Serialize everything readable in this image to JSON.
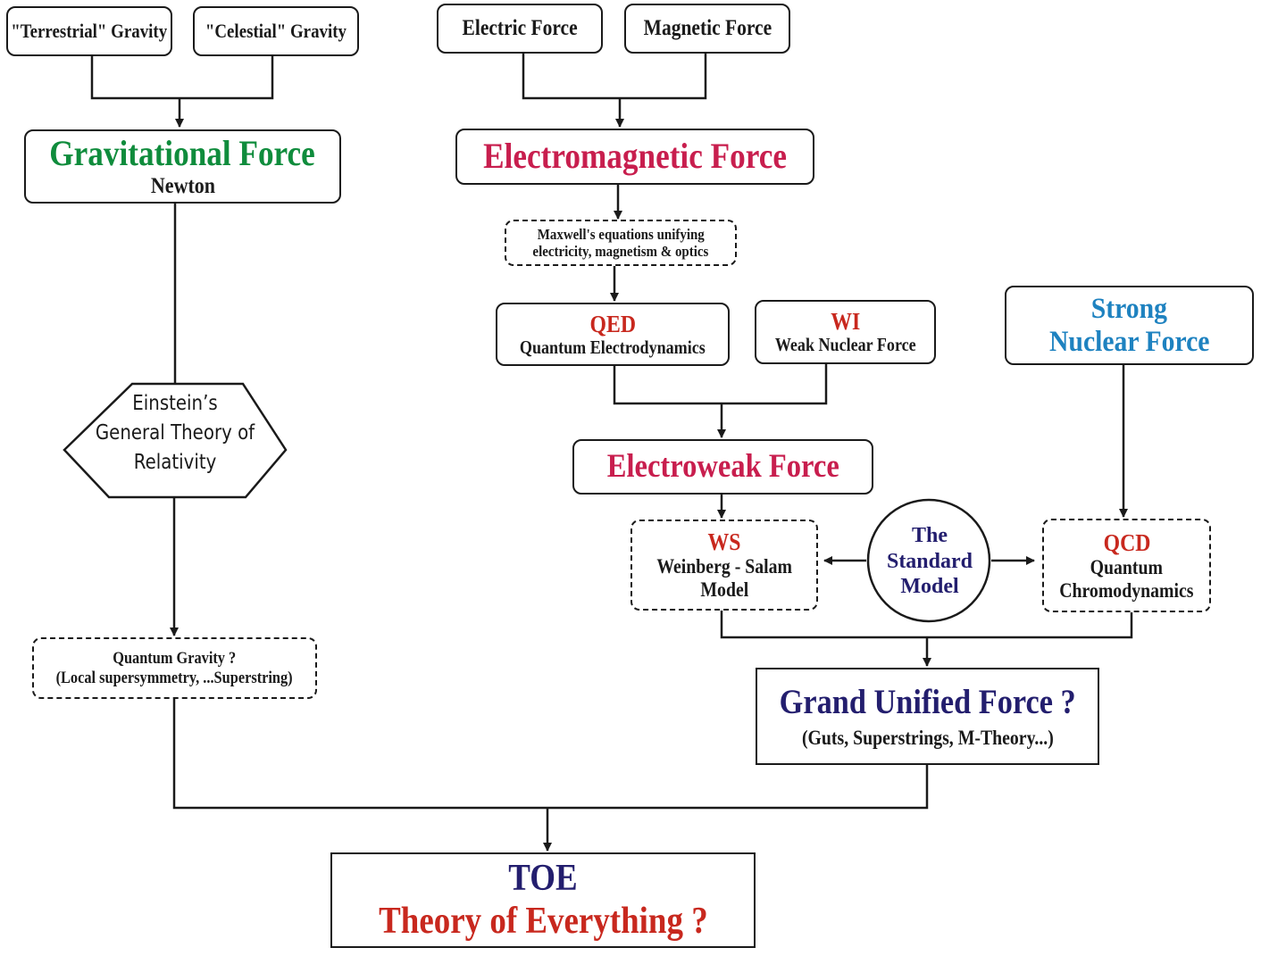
{
  "nodes": {
    "terrestrial": {
      "label": "\"Terrestrial\" Gravity"
    },
    "celestial": {
      "label": "\"Celestial\" Gravity"
    },
    "electric": {
      "label": "Electric Force"
    },
    "magnetic": {
      "label": "Magnetic Force"
    },
    "gravitational": {
      "title": "Gravitational Force",
      "subtitle": "Newton"
    },
    "electromagnetic": {
      "title": "Electromagnetic Force"
    },
    "maxwell": {
      "line1": "Maxwell's equations unifying",
      "line2": "electricity, magnetism & optics"
    },
    "qed": {
      "abbr": "QED",
      "full": "Quantum Electrodynamics"
    },
    "wi": {
      "abbr": "WI",
      "full": "Weak Nuclear Force"
    },
    "strong": {
      "line1": "Strong",
      "line2": "Nuclear Force"
    },
    "einstein": {
      "line1": "Einstein’s",
      "line2": "General Theory of",
      "line3": "Relativity"
    },
    "electroweak": {
      "title": "Electroweak Force"
    },
    "ws": {
      "abbr": "WS",
      "line1": "Weinberg - Salam",
      "line2": "Model"
    },
    "standard_model": {
      "line1": "The",
      "line2": "Standard",
      "line3": "Model"
    },
    "qcd": {
      "abbr": "QCD",
      "line1": "Quantum",
      "line2": "Chromodynamics"
    },
    "quantum_gravity": {
      "line1": "Quantum Gravity ?",
      "line2": "(Local supersymmetry, ...Superstring)"
    },
    "guf": {
      "title": "Grand Unified Force ?",
      "subtitle": "(Guts,  Superstrings, M-Theory...)"
    },
    "toe": {
      "abbr": "TOE",
      "title": "Theory of Everything ?"
    }
  },
  "colors": {
    "line": "#1a1a1a",
    "green": "#0f8c3c",
    "crimson": "#c81e4e",
    "red": "#c8281e",
    "blue": "#1e82c0",
    "navy": "#231e6e"
  }
}
